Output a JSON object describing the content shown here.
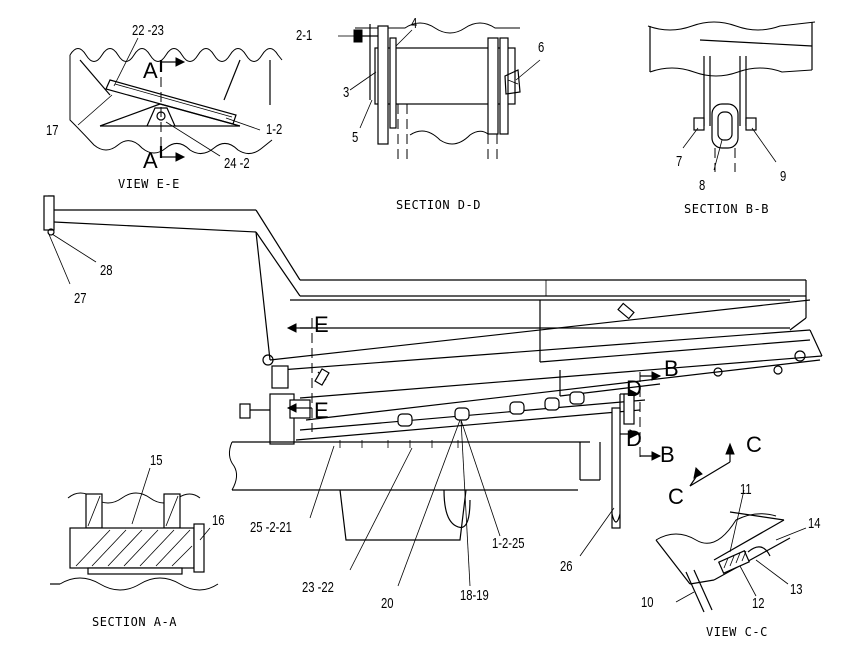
{
  "views": {
    "view_ee": "VIEW E-E",
    "section_dd": "SECTION D-D",
    "section_bb": "SECTION B-B",
    "section_aa": "SECTION A-A",
    "view_cc": "VIEW C-C"
  },
  "section_letters": {
    "a": "A",
    "b": "B",
    "c": "C",
    "d": "D",
    "e": "E"
  },
  "callouts": {
    "c_22_23": "22 -23",
    "c_17": "17",
    "c_1_2_top": "1-2",
    "c_24_2": "24 -2",
    "c_2_1": "2-1",
    "c_4": "4",
    "c_3": "3",
    "c_5": "5",
    "c_6": "6",
    "c_7": "7",
    "c_8": "8",
    "c_9": "9",
    "c_28": "28",
    "c_27": "27",
    "c_15": "15",
    "c_16": "16",
    "c_25_2_21": "25 -2-21",
    "c_23_22": "23 -22",
    "c_20": "20",
    "c_18_19": "18-19",
    "c_1_2_25": "1-2-25",
    "c_26": "26",
    "c_11": "11",
    "c_14": "14",
    "c_13": "13",
    "c_12": "12",
    "c_10": "10"
  }
}
